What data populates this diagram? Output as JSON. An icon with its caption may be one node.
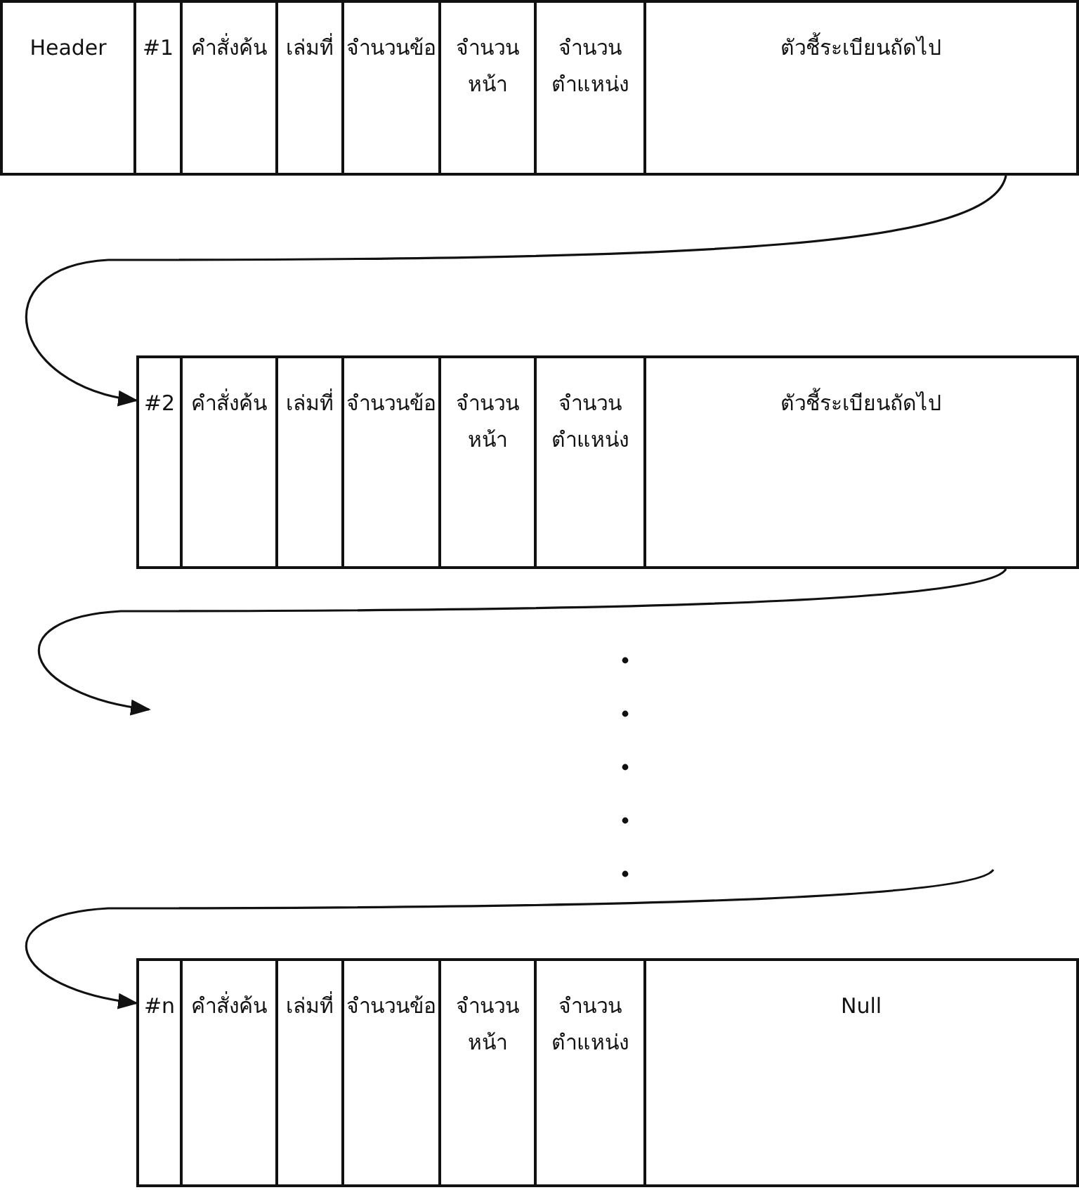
{
  "diagram": {
    "nodes": [
      {
        "text": [
          "Header"
        ]
      },
      {
        "text": [
          "#1"
        ]
      },
      {
        "text": [
          "คำสั่งค้น"
        ]
      },
      {
        "text": [
          "เล่มที่"
        ]
      },
      {
        "text": [
          "จำนวนข้อ"
        ]
      },
      {
        "text": [
          "จำนวนหน้า"
        ]
      },
      {
        "text": [
          "จำนวนตำแหน่ง"
        ]
      },
      {
        "text": [
          "ตัวชี้ระเบียนถัดไป"
        ]
      },
      {
        "text": [
          "#2"
        ]
      },
      {
        "text": [
          "คำสั่งค้น"
        ]
      },
      {
        "text": [
          "เล่มที่"
        ]
      },
      {
        "text": [
          "จำนวนข้อ"
        ]
      },
      {
        "text": [
          "จำนวนหน้า"
        ]
      },
      {
        "text": [
          "จำนวนตำแหน่ง"
        ]
      },
      {
        "text": [
          "ตัวชี้ระเบียนถัดไป"
        ]
      },
      {
        "text": [
          "#n"
        ]
      },
      {
        "text": [
          "คำสั่งค้น"
        ]
      },
      {
        "text": [
          "เล่มที่"
        ]
      },
      {
        "text": [
          "จำนวนข้อ"
        ]
      },
      {
        "text": [
          "จำนวนหน้า"
        ]
      },
      {
        "text": [
          "จำนวนตำแหน่ง"
        ]
      },
      {
        "text": [
          "Null"
        ]
      }
    ],
    "edges": [
      {
        "from": 7,
        "to": 8,
        "arrow": "to"
      },
      {
        "from": 14,
        "to": null,
        "arrow": "to"
      },
      {
        "from": null,
        "to": 15,
        "arrow": "to"
      }
    ]
  }
}
